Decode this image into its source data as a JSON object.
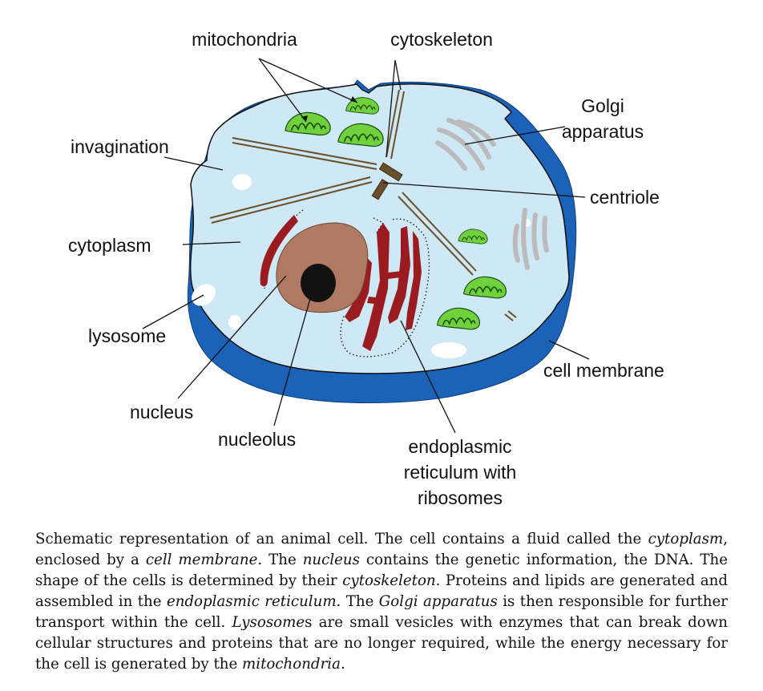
{
  "diagram": {
    "labels": {
      "mitochondria": "mitochondria",
      "cytoskeleton": "cytoskeleton",
      "golgi_line1": "Golgi",
      "golgi_line2": "apparatus",
      "invagination": "invagination",
      "centriole": "centriole",
      "cytoplasm": "cytoplasm",
      "lysosome": "lysosome",
      "cell_membrane": "cell membrane",
      "nucleus": "nucleus",
      "nucleolus": "nucleolus",
      "er_line1": "endoplasmic",
      "er_line2": "reticulum with",
      "er_line3": "ribosomes"
    },
    "colors": {
      "cytoplasm": "#cfe8f5",
      "membrane": "#1a63b8",
      "mitochondria": "#6fd13b",
      "nucleus": "#b07a62",
      "nucleolus": "#111111",
      "er": "#9b1c20",
      "golgi": "#bbbbbb",
      "cytoskeleton": "#6b4f2a"
    }
  },
  "caption": {
    "t1": "Schematic representation of an animal cell. The cell contains a fluid called the ",
    "i1": "cytoplasm",
    "t2": ", enclosed by a ",
    "i2": "cell membrane",
    "t3": ". The ",
    "i3": "nucleus",
    "t4": " contains the genetic information, the DNA. The shape of the cells is determined by their ",
    "i4": "cytoskeleton",
    "t5": ". Proteins and lipids are generated and assembled in the ",
    "i5": "endoplasmic reticulum.",
    "t6": " The ",
    "i6": "Golgi apparatus",
    "t7": " is then responsible for further transport within the cell. ",
    "i7": "Lysosome",
    "t8": "s are small vesicles with enzymes that can break down cellular structures and proteins that are no longer required, while the energy necessary for the cell is generated by the ",
    "i8": "mitochondria",
    "t9": "."
  }
}
